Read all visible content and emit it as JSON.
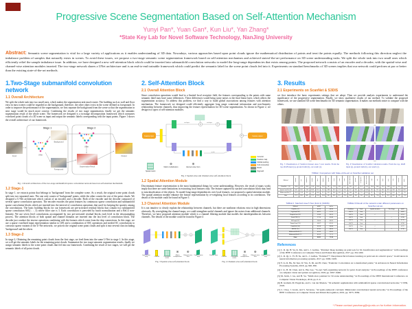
{
  "poster": {
    "title": "Progressive Scene Segmentation Based on Self-Attention Mechanism",
    "authors": "Yunyi Pan*, Yuan Gan*, Kun Liu*, Yan Zhang*",
    "affiliation": "*State Key Lab for Novel Software Technology, NanJing University",
    "colors": {
      "title_green": "#27c596",
      "author_pink": "#f0679e",
      "section_blue": "#1b97f3",
      "subsection_orange": "#e8791c",
      "caption_blue": "#3a47bb",
      "footnote_red": "#f1503a",
      "badge_red": "#8e1b13"
    }
  },
  "abstract": {
    "label": "Abstract:",
    "text": "Semantic scene segmentation is vital for a large variety of applications as it enables understanding of 3D data. Nowadays, various approaches based upon point clouds ignore the mathematical distribution of points and treat the points equally. The methods following this direction neglect the imbalance problem of samples that naturally exists in scenes. To avoid these issues, we propose a two-stage semantic scene segmentation framework based on self-attention mechanism and achieved stateof-the-art performance on 3D scene understanding tasks. We split the whole task into two small ones which efficiently relief the sample imbalance issue. In addition, we have designed a new self-attention block which could be inserted into submanifold convolution networks to model the long-range dependencies that exists among points. The proposed network consists of an encoder and a decoder, with the spatial-wise and channel-wise attention modules inserted. The two-stage network shares a UNet architecture and is an end-to-end trainable framework which could predict the semantic label for the scene point clouds fed into it. Experiments on standard benchmarks of 3D scenes implies that our network could perform at par or better than the existing state-of-the-art methods."
  },
  "col1": {
    "heading": "1.Two-Stage submanifold convolution network",
    "sub1_title": "1.1 Overall Architecture",
    "sub1_text": "We split the whole task into two small ones, which makes the segmentation task much easier. The building such as wall and floor exist in most scenes could be regarded as the background, therefore, the other object exist in the scene defined as foreground. In order to improve the performance of the segmentation, we first separate the background from the scene so that the segmentation in next stage would be much more concise. Combining the results of two stage segmentation, finally we get the semantic segmentation result of the whole scene. The framework we designed is a twostage decomposition framework which consumes voxelized point clouds of a 3D scene as input and output the semantic labels corresponding with the input points. Figure 1 shows the overall architecture of our framework.",
    "fig1": {
      "stage1": "Stage 1",
      "stage2": "Stage 2",
      "unet1": "UNet",
      "unet2": "UNet",
      "input": "Input",
      "background": "Background",
      "foreground": "Foreground",
      "seg_result": "Segmentation Result",
      "output": "Output",
      "caption": "Fig. 1 Overall architecture of the two-stage submanifold sparse convolution network based on self-attention mechanism"
    },
    "sub2_title": "1.2 Stage-1",
    "sub2_text": "In stage 1, we extracts points that belongs to 'background' from the complete scene. As a result, the original scene point clouds split into two separated ones. The one only consist of 'background' points, while the other consist the rest of the point clouds. We designed a U-Net architecture which consist of an encoder and a decoder. Both of the encoder and the decoder composed of several sparse convolution operators. The encoder encodes the point features by continuous sparse convolution and submanifold sparse convolution blocks which are inserted into the interval of convolution operations that used for keeping the sparsity among the convolutions. The basic building blocks for our framework are pre-activated residual blocks that contain two submanifold sparse convolution SSC(·, ·, 3) where filter size is 3. Each convolution is preceded by batch normalization and a ReLU non-linearity. We use seven level convolutions accompanied by two pre-activated residual blocks each level in the downsampling process. The attention blocks of both spatial and channel domains are inserted into the last level of convolution block. The decoder just conduct the inverse operations combining with the features which come from the skip connections. In this stage, we use a sparse voxelized input representation similar to [29] and a combination of SSC operations and strided SC convolutions to construct sparse variants of the U-Net networks. we process the original scene point clouds and split it into several class including 'background' and the others",
    "sub3_title": "1.3 Stage-2",
    "sub3_text": "In stage 2, Obtaining the remaining point clouds from the first stage, we feed them into the same U-Net in stage 1. In this stage, we will get the semantic labels for the remaining point clouds. Summarize the two stage semantic segmentation results, finally we assign semantic labels to the scene point clouds that fed into our framework. Combining the result of two stages, we will get the semantic labels of all point clouds."
  },
  "col2": {
    "heading": "2. Self-Attention Block",
    "sub1_title": "2.1 Overall Attention Block",
    "sub1_text": "Since convolution operations would lead to a limited local receptive field, the features corresponding to the points with same semantic label may have some differences. These differences would bring some noises to the final linear layer, which affects the segmentation accuracy. To address this problem, we find a way to build global associations among features with attention mechanism. The framework we designed could efficiently aggregate long range contextual information and non-linearity relationship between channels, thus improving the feature representation for 3D scene segmentation. As shown in Figure 2, we design two types of self-attention modules.",
    "fig2": {
      "in_label": "Feature input",
      "out_label": "Feature output",
      "reshape_a": "reshape",
      "reshape_b": "reshape",
      "scale_label": "scale",
      "legend": [
        {
          "color": "#ffe800",
          "label": "Conv1d"
        },
        {
          "color": "#3ecf6e",
          "label": "Feature map"
        },
        {
          "color": "#2e9bf0",
          "label": "Global pooling"
        },
        {
          "color": "#ffa726",
          "label": "Full connection"
        },
        {
          "color": "#8d998d",
          "label": "ReLU"
        },
        {
          "color": "#13a05f",
          "label": "Sigmoid"
        }
      ],
      "ops": [
        {
          "sym": "grid",
          "label": "Spatial matrix"
        },
        {
          "sym": "⊗",
          "label": "Matrix multiplication"
        },
        {
          "sym": "⊕",
          "label": "Element-wise Sum"
        }
      ],
      "caption": "Fig. 2 Spatial-wise and channel-wise self-attention block"
    },
    "sub2_title": "1.2 Spatial Attention Module",
    "sub2_text": "Discriminant feature representation is the most fundamental things for scene understanding. However, the result of many works imply that there are some limitations in extracting local features only. The feature captured by stacked convolution block may lead to misclassification of the objects. To model long-range dependencies over local features, we proposed a spatial attention module. The spatial attention module enhance the feature representation by re-weighting local features according to its correlations. The details of the module could be found in Figure 3",
    "sub3_title": "1.3 Channel Attention Module",
    "sub3_text": "It is not intuitive to clearly explain the relationship between channels, but there are nonlinear relations exist in high dimensions obviously. By reweighting the channel maps, we could strengthen useful channels and ignore the noises from additional channels. Therefore, we have proposed attention module which is a channel filtering module that models the interdependencies between channels. The details of the module could be found in Figure 4",
    "fig3": {
      "icons": [
        {
          "shape": "sh-par-purple",
          "label": "Input feature map"
        },
        {
          "shape": "sh-bar-yellow",
          "label": "Conv1d"
        },
        {
          "shape": "sh-grid",
          "label": "Correlation matrix"
        },
        {
          "shape": "sh-circ",
          "glyph": "⊗",
          "label": "Matrix multiplication"
        },
        {
          "shape": "sh-circ",
          "glyph": "⊕",
          "label": "Element-wise Sum"
        },
        {
          "shape": "sh-par-green",
          "label": "Output feature map"
        }
      ],
      "caption": "Fig. 3 Spatial-wise self-attention block"
    },
    "fig4": {
      "icons": [
        {
          "shape": "sh-par-teal",
          "label": "Feature map"
        },
        {
          "shape": "sh-bar-yellow",
          "label": "Conv1d"
        },
        {
          "shape": "sh-grid",
          "label": "Correlation matrix"
        },
        {
          "shape": "sh-circ",
          "glyph": "⊗",
          "label": "Matrix multiplication"
        },
        {
          "shape": "sh-circ",
          "glyph": "⊕",
          "label": "Element-wise Sum"
        },
        {
          "shape": "sh-par-green",
          "label": "Output feature map"
        }
      ],
      "caption": "Fig. 4 Channel-wise self-attention block"
    }
  },
  "col3": {
    "heading": "3. Results",
    "sub1_title": "2.1 Experiments on ScanNet & S3DIS",
    "sub1_text": "we first introduce the basic experiments settings that we adopt. Then we provide analysis experiments to understand the significance of the progressive segmentation. Finally, we show qualitative results of our method. To validate the proposed framework, we use standard 3D scene benchmarks for 3D semantic segmentation. It makes our methods easier to compare with the others.",
    "row_letters": [
      "(a)",
      "(b)",
      "(c)"
    ],
    "fig5_caption": "Fig. 5 Visualization of Stanford dataset Area 5 test results. From the top, RGB input (a), ground truth (b), our result (c).",
    "fig6_caption": "Fig. 6 Visualization of ScanNet validation results. From the top, RGB input (a), ground truth (b), our result (c).",
    "table1": {
      "title": "TABLE I Comparison with State-of-the-art on ScanNet validation set",
      "method_header": "Method",
      "classes": [
        "bathtub",
        "bed",
        "bookshelf",
        "cabinet",
        "chair",
        "counter",
        "curtain",
        "desk",
        "door",
        "floor",
        "other furniture",
        "picture",
        "refrigerator",
        "shower curtain",
        "sink",
        "sofa",
        "table",
        "toilet",
        "wall",
        "window",
        "mIoU"
      ],
      "rows": [
        {
          "name": "PointNet++ [2]",
          "vals": [
            "58.4",
            "47.8",
            "45.8",
            "25.6",
            "36.0",
            "25.0",
            "24.7",
            "27.8",
            "26.1",
            "67.7",
            "18.3",
            "11.7",
            "21.2",
            "14.5",
            "36.4",
            "34.6",
            "23.2",
            "54.8",
            "52.3",
            "25.2",
            "33.9"
          ]
        },
        {
          "name": "SparseConvNet [6]",
          "vals": [
            "64.7",
            "82.1",
            "74.6",
            "60.9",
            "85.1",
            "55.3",
            "68.9",
            "60.3",
            "57.3",
            "93.2",
            "55.7",
            "28.3",
            "58.6",
            "64.8",
            "60.5",
            "78.7",
            "68.5",
            "89.3",
            "84.5",
            "59.4",
            "69.3"
          ]
        },
        {
          "name": "MinkowskiNet [7]",
          "vals": [
            "85.9",
            "81.8",
            "83.2",
            "70.9",
            "84.0",
            "52.1",
            "85.3",
            "66.0",
            "64.3",
            "95.1",
            "54.4",
            "28.6",
            "73.1",
            "89.3",
            "67.5",
            "77.2",
            "68.3",
            "87.4",
            "85.2",
            "72.7",
            "72.2"
          ]
        },
        {
          "name": "Ours",
          "vals": [
            "87.2",
            "83.5",
            "84.1",
            "72.3",
            "85.6",
            "56.4",
            "86.1",
            "68.2",
            "65.7",
            "95.4",
            "56.8",
            "30.2",
            "74.5",
            "90.1",
            "69.3",
            "79.4",
            "70.1",
            "90.2",
            "86.3",
            "74.1",
            "73.6"
          ]
        }
      ]
    },
    "table2": {
      "title": "TABLE II: Stanford Area 5 Test (Fold 1) (S3DIS)",
      "headers": [
        "Method",
        "mIoU",
        "mAcc"
      ],
      "bold_last": true,
      "rows": [
        [
          "PointNet [1]",
          "41.09",
          "48.98"
        ],
        [
          "SegCloud [30]",
          "48.92",
          "57.35"
        ],
        [
          "TangentConv [31]",
          "52.80",
          "60.70"
        ],
        [
          "PointCNN [3]",
          "57.26",
          "63.86"
        ],
        [
          "SPGraph [32]",
          "58.04",
          "66.50"
        ],
        [
          "ParamConv [33]",
          "58.27",
          "67.01"
        ],
        [
          "PointWeb [34]",
          "60.28",
          "66.64"
        ],
        [
          "HPEIN [35]",
          "61.85",
          "68.30"
        ],
        [
          "MinkowskiNet20 [7]",
          "62.60",
          "69.62"
        ],
        [
          "MinkowskiNet32 [7]",
          "65.35",
          "71.71"
        ],
        [
          "Ours",
          "66.82",
          "72.34"
        ]
      ]
    },
    "table3": {
      "title": "TABLE III Result of the network under different parameters on ScanNet val set.",
      "headers": [
        "Backbone",
        "Scale",
        "Spatial attention",
        "Two Stage",
        "mIoU"
      ],
      "bold_last": false,
      "rows": [
        [
          "SSCN",
          "5cm",
          "",
          "",
          "0.693"
        ],
        [
          "SSCN",
          "5cm",
          "✓",
          "",
          "0.701"
        ],
        [
          "SSCN",
          "5cm",
          "",
          "✓",
          "0.706"
        ],
        [
          "SSCN",
          "5cm",
          "✓",
          "✓",
          "0.712"
        ],
        [
          "SSCN",
          "2cm",
          "",
          "",
          "0.720"
        ],
        [
          "SSCN",
          "2cm",
          "✓",
          "",
          "0.727"
        ],
        [
          "SSCN",
          "2cm",
          "✓",
          "✓",
          "0.736"
        ]
      ]
    },
    "references_title": "References",
    "references": [
      "[1] C. R. Qi, H. Su, K. Mo, and L. J. Guibas, “Pointnet: Deep learning on point sets for 3d classification and segmentation,” in Proceedings of the IEEE Conference on Computer Vision and Pattern Recognition, 2017, pp. 652–660.",
      "[2] C. R. Qi, L. Yi, H. Su, and L. J. Guibas, “Pointnet++: Deep hierarchical feature learning on point sets in a metric space,” in Advances in neural information processing systems, 2017, pp. 5099–5108.",
      "[3] Y. Li, R. Bu, M. Sun, W. Wu, X. Di, and B. Chen, “Pointcnn: Convolution on x-transformed points,” in Advances in Neural Information Processing Systems, 2018, pp. 820–830.",
      "[4] J. Li, B. M. Chen, and G. Hee Lee, “So-net: Self-organizing network for point cloud analysis,” in Proceedings of the IEEE conference on computer vision and pattern recognition, 2018, pp. 9397–9406.",
      "[5] M. Jaritz, J. Gu, and H. Su, “Multi-view pointnet for 3d scene understanding,” in Proceedings of the IEEE International Conference on Computer Vision Workshops, 2019, pp. 0–0.",
      "[6] B. Graham, M. Engelcke, and L. van der Maaten, “3d semantic segmentation with submanifold sparse convolutional networks,” CVPR, 2018.",
      "[7] C. Choy, J. Gwak, and S. Savarese, “4d spatio-temporal convnets: Minkowski convolutional neural networks,” in Proceedings of the IEEE Conference on Computer Vision and Pattern Recognition, 2019, pp. 3075–3084."
    ],
    "footnote": "* Please contact  yanzhang@nju.edu.cn for further information."
  }
}
